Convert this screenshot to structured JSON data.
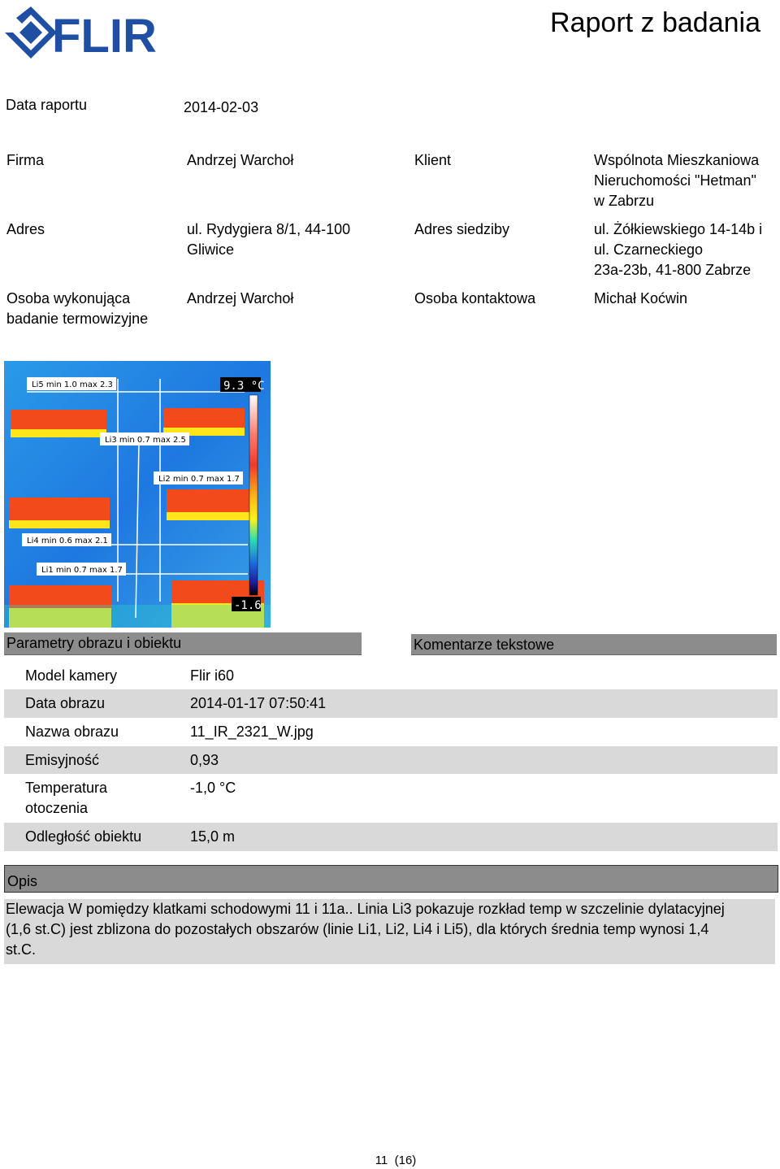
{
  "header": {
    "logo_text": "FLIR",
    "title": "Raport z badania"
  },
  "report_date": {
    "label": "Data raportu",
    "value": "2014-02-03"
  },
  "info": {
    "firma_label": "Firma",
    "firma_value": "Andrzej Warchoł",
    "klient_label": "Klient",
    "klient_value_1": "Wspólnota Mieszkaniowa",
    "klient_value_2": "Nieruchomości \"Hetman\"",
    "klient_value_3": "w Zabrzu",
    "adres_label": "Adres",
    "adres_value_1": "ul. Rydygiera 8/1, 44-100",
    "adres_value_2": "Gliwice",
    "siedziba_label": "Adres siedziby",
    "siedziba_value_1": "ul. Żółkiewskiego 14-14b i",
    "siedziba_value_2": "ul. Czarneckiego",
    "siedziba_value_3": "23a-23b, 41-800 Zabrze",
    "osoba_label_1": "Osoba wykonująca",
    "osoba_label_2": "badanie termowizyjne",
    "osoba_value": "Andrzej Warchoł",
    "kontakt_label": "Osoba kontaktowa",
    "kontakt_value": "Michał Koćwin"
  },
  "thermal": {
    "max_label": "9.3 °C",
    "min_label": "-1.6",
    "lines": [
      "Li5 min 1.0 max 2.3",
      "Li3 min 0.7 max 2.5",
      "Li2 min 0.7 max 1.7",
      "Li4 min 0.6 max 2.1",
      "Li1 min 0.7 max 1.7"
    ],
    "colors": {
      "background": "#1e78e0",
      "warm": "#ff3a1a",
      "hot": "#ffe51a",
      "cool": "#2fd0c8"
    }
  },
  "params": {
    "title": "Parametry obrazu i obiektu",
    "rows": [
      {
        "label": "Model kamery",
        "value": "Flir i60"
      },
      {
        "label": "Data obrazu",
        "value": "2014-01-17 07:50:41"
      },
      {
        "label": "Nazwa obrazu",
        "value": "11_IR_2321_W.jpg"
      },
      {
        "label": "Emisyjność",
        "value": "0,93"
      },
      {
        "label": "Temperatura",
        "label_2": "otoczenia",
        "value": "-1,0 °C"
      },
      {
        "label": "Odległość obiektu",
        "value": "15,0 m"
      }
    ]
  },
  "comments": {
    "title": "Komentarze tekstowe"
  },
  "opis": {
    "title": "Opis",
    "line_1": "Elewacja W pomiędzy klatkami schodowymi 11 i 11a.. Linia Li3 pokazuje rozkład temp w szczelinie dylatacyjnej",
    "line_2": "(1,6 st.C) jest zblizona do pozostałych obszarów (linie Li1, Li2, Li4 i Li5), dla których średnia temp wynosi 1,4",
    "line_3": "st.C."
  },
  "footer": {
    "page": "11",
    "total": "(16)"
  }
}
